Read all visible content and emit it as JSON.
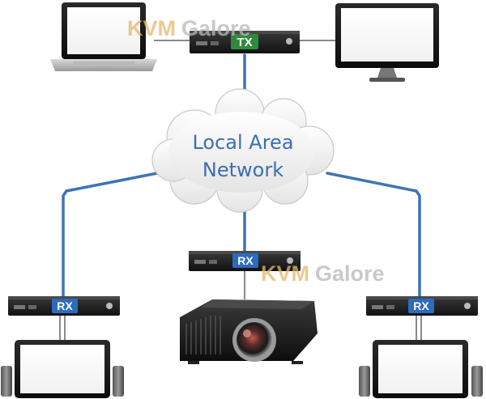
{
  "watermark": {
    "kvm": "KVM",
    "galore": "Galore"
  },
  "cloud": {
    "line1": "Local Area",
    "line2": "Network"
  },
  "devices": {
    "tx_label": "TX",
    "rx_left_label": "RX",
    "rx_center_label": "RX",
    "rx_right_label": "RX"
  },
  "colors": {
    "link": "#3f74b5",
    "tx_badge": "#2f8a3c",
    "rx_badge": "#2d6bbd",
    "watermark_kvm": "#e2b96a",
    "watermark_galore": "#b7b7b7",
    "cloud_text": "#3b6fb0"
  }
}
